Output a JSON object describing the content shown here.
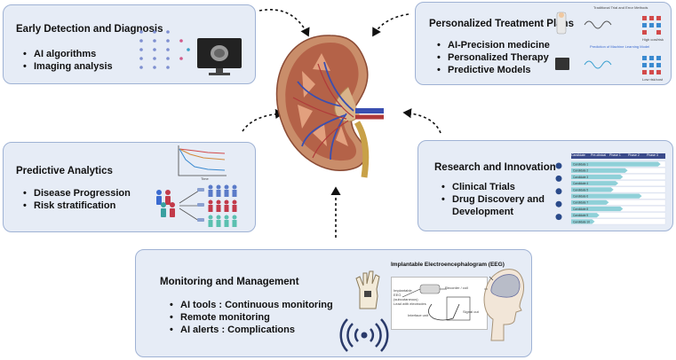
{
  "panels": {
    "early_detection": {
      "title": "Early Detection and Diagnosis",
      "items": [
        "AI algorithms",
        "Imaging analysis"
      ]
    },
    "personalized_treatment": {
      "title": "Personalized Treatment Plans",
      "items": [
        "AI-Precision medicine",
        "Personalized Therapy",
        "Predictive Models"
      ],
      "figure_labels": {
        "top": "Traditional Trial and Error Methods",
        "bottom": "Prediction of Machine Learning Model",
        "top_outcome": "High cost/risk",
        "bottom_outcome": "Low risk/cost"
      }
    },
    "predictive_analytics": {
      "title": "Predictive Analytics",
      "items": [
        "Disease Progression",
        "Risk stratification"
      ],
      "chart_axis": "Time"
    },
    "research_innovation": {
      "title": "Research and Innovation",
      "items": [
        "Clinical Trials",
        "Drug Discovery and Development"
      ],
      "table_headers": [
        "Candidate",
        "Pre-clinical",
        "Phase 1",
        "Phase 2",
        "Phase 3"
      ],
      "table_rows": [
        "Candidate 1",
        "Candidate 2",
        "Candidate 3",
        "Candidate 4",
        "Candidate 5",
        "Candidate 6",
        "Candidate 7",
        "Candidate 8",
        "Candidate 9",
        "Candidate 10"
      ],
      "progress": [
        0.95,
        0.6,
        0.55,
        0.5,
        0.45,
        0.75,
        0.4,
        0.55,
        0.3,
        0.25
      ]
    },
    "monitoring": {
      "title": "Monitoring and Management",
      "items": [
        "AI tools : Continuous monitoring",
        "Remote monitoring",
        "AI alerts : Complications"
      ],
      "eeg_title": "Implantable Electroencephalogram (EEG)",
      "eeg_labels": {
        "device": "Implantable EEG (subcutaneous)",
        "recorder": "Recorder / coil",
        "lead": "Lead with electrodes",
        "signal": "Signal out",
        "interface": "Interface unit"
      }
    }
  },
  "colors": {
    "panel_fill": "#e6ecf6",
    "panel_border": "#9fb2d4",
    "kidney_outer": "#c98d6a",
    "kidney_cortex": "#b46248",
    "vein": "#3a4fb0",
    "ureter": "#c8a148"
  }
}
